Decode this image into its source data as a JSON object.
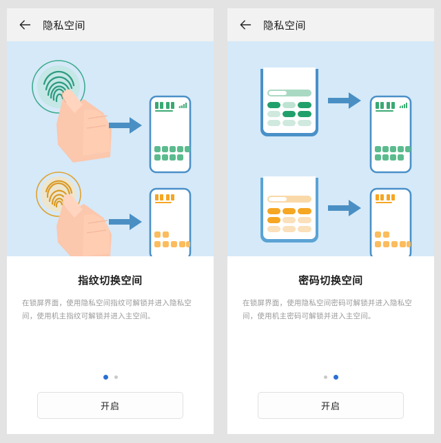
{
  "page": {
    "background": "#e3e3e3",
    "illustration_background": "#d5e9f8"
  },
  "colors": {
    "accent_blue": "#4a8fc4",
    "phone_border": "#4a90c8",
    "green": "#3aa972",
    "green_light": "#a9d9c2",
    "orange": "#f5a623",
    "orange_light": "#fad9a8",
    "dot_active": "#2b6fd4",
    "dot_inactive": "#c8c8c8",
    "fingerprint_green": "#3bab8c",
    "fingerprint_orange": "#e0a22e",
    "skin": "#fbc7ad"
  },
  "panels": [
    {
      "header": {
        "back_icon": "arrow-left-icon",
        "title": "隐私空间"
      },
      "illustration": {
        "name": "fingerprint-switch-illustration",
        "top_scene": {
          "trigger": "fingerprint-green",
          "arrow": "arrow-right-icon",
          "phone": "phone-green-icons"
        },
        "bottom_scene": {
          "trigger": "fingerprint-orange",
          "arrow": "arrow-right-icon",
          "phone": "phone-orange-icons"
        }
      },
      "title": "指纹切换空间",
      "description": "在锁屏界面，使用隐私空间指纹可解锁并进入隐私空间，使用机主指纹可解锁并进入主空间。",
      "dots": {
        "count": 2,
        "active_index": 0
      },
      "button_label": "开启"
    },
    {
      "header": {
        "back_icon": "arrow-left-icon",
        "title": "隐私空间"
      },
      "illustration": {
        "name": "password-switch-illustration",
        "top_scene": {
          "trigger": "keypad-green",
          "arrow": "arrow-right-icon",
          "phone": "phone-green-icons"
        },
        "bottom_scene": {
          "trigger": "keypad-orange",
          "arrow": "arrow-right-icon",
          "phone": "phone-orange-icons"
        }
      },
      "title": "密码切换空间",
      "description": "在锁屏界面，使用隐私空间密码可解锁并进入隐私空间，使用机主密码可解锁并进入主空间。",
      "dots": {
        "count": 2,
        "active_index": 1
      },
      "button_label": "开启"
    }
  ]
}
